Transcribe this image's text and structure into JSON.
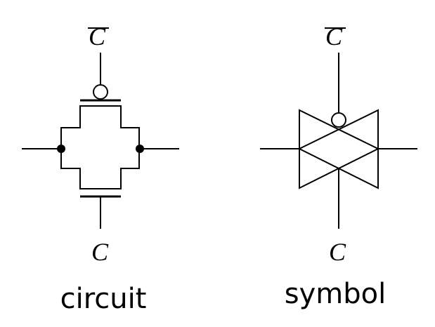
{
  "circuit": {
    "top_signal": "C",
    "bottom_signal": "C",
    "caption": "circuit"
  },
  "symbol": {
    "top_signal": "C",
    "bottom_signal": "C",
    "caption": "symbol"
  }
}
